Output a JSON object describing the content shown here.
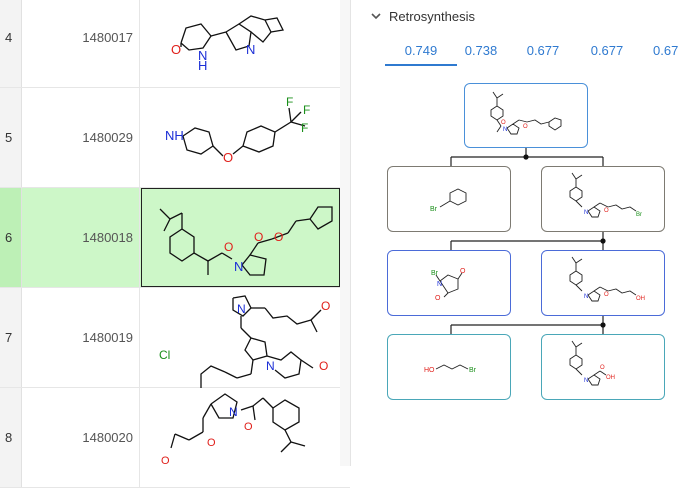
{
  "rows": [
    {
      "index": "4",
      "id": "1480017",
      "selected": false
    },
    {
      "index": "5",
      "id": "1480029",
      "selected": false
    },
    {
      "index": "6",
      "id": "1480018",
      "selected": true
    },
    {
      "index": "7",
      "id": "1480019",
      "selected": false
    },
    {
      "index": "8",
      "id": "1480020",
      "selected": false
    }
  ],
  "retro": {
    "title": "Retrosynthesis",
    "tabs": [
      "0.749",
      "0.738",
      "0.677",
      "0.677",
      "0.67"
    ],
    "active_tab": 0
  },
  "atoms": {
    "O": "O",
    "N": "N",
    "H": "H",
    "NH": "NH",
    "F": "F",
    "Cl": "Cl",
    "Br": "Br",
    "HO": "HO",
    "OH": "OH"
  },
  "colors": {
    "selected_row": "#cdf7c8",
    "tab_accent": "#2f7ad0",
    "nitrogen": "#1b2ed6",
    "oxygen": "#e0201b",
    "halogen": "#1a8f1a"
  }
}
